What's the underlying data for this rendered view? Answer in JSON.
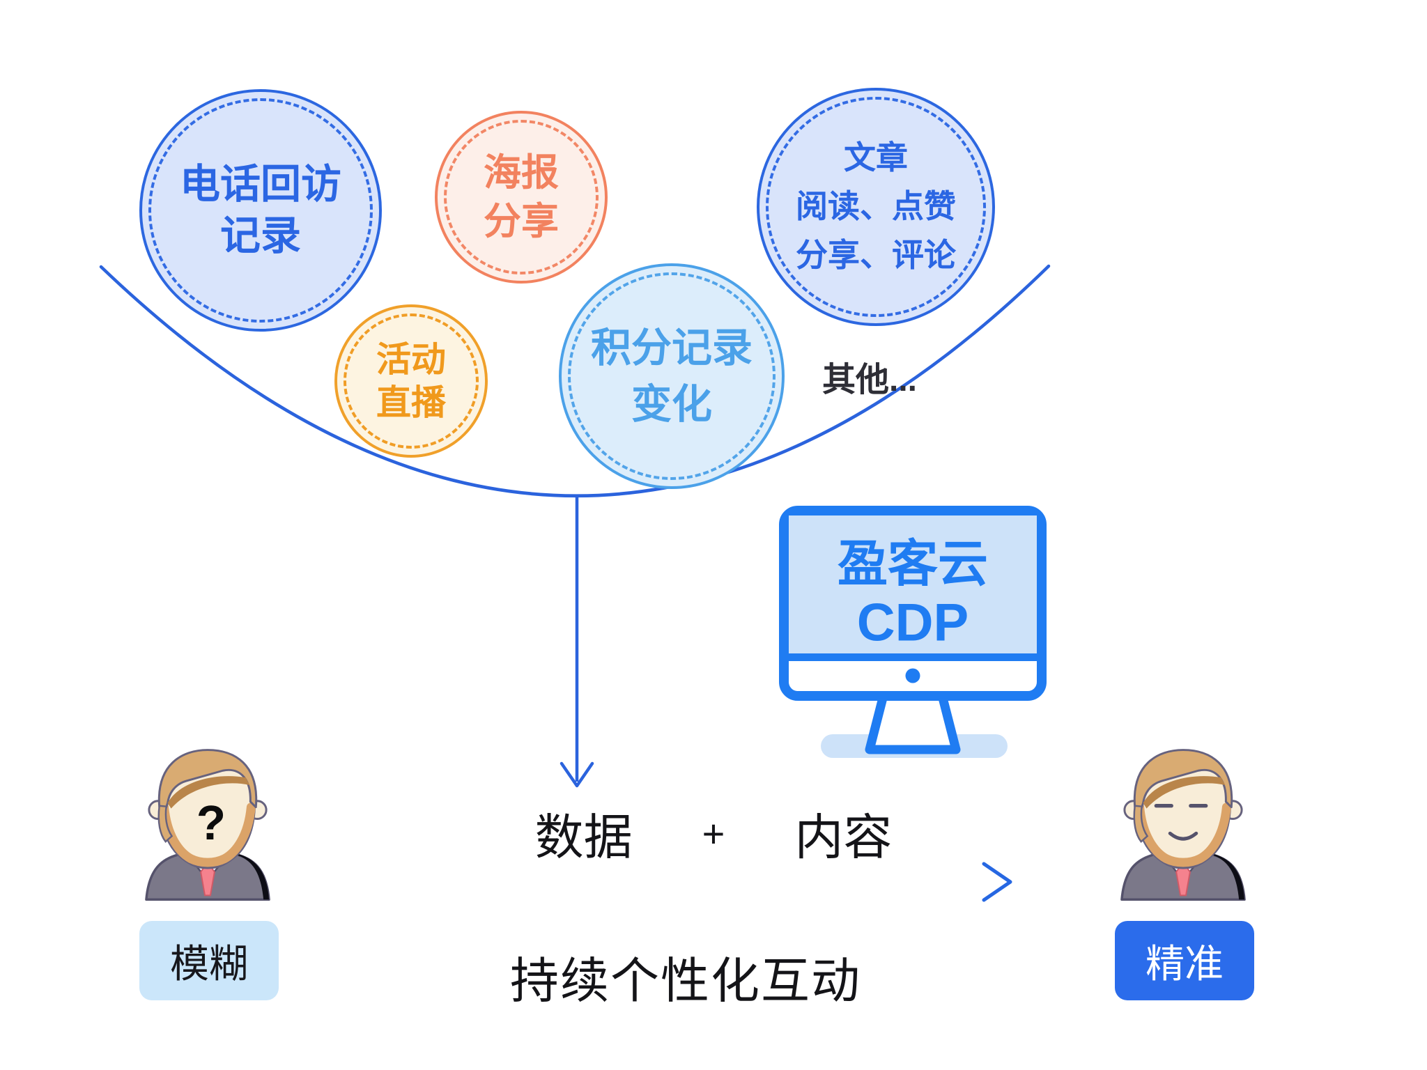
{
  "colors": {
    "primary_blue": "#2b66e3",
    "blue_fill": "#d9e4fb",
    "salmon": "#f2825f",
    "salmon_fill": "#fdefe9",
    "amber": "#f0991c",
    "amber_fill": "#fdf4e1",
    "sky_blue": "#4ba1e9",
    "sky_fill": "#dcedfb",
    "connector_blue": "#2b63dd",
    "monitor_blue": "#1f7cf2",
    "monitor_screen_fill": "#cde2f9",
    "fuzzy_badge_bg": "#cbe6fa",
    "precise_badge_bg": "#2b6ceb",
    "dark_text": "#141418"
  },
  "data_bubbles": [
    {
      "lines": [
        "电话回访",
        "记录"
      ]
    },
    {
      "lines": [
        "海报",
        "分享"
      ]
    },
    {
      "lines": [
        "文章",
        "阅读、点赞",
        "分享、评论"
      ]
    },
    {
      "lines": [
        "活动",
        "直播"
      ]
    },
    {
      "lines": [
        "积分记录",
        "变化"
      ]
    }
  ],
  "others_label": "其他...",
  "monitor": {
    "name_line": "盈客云",
    "product_line": "CDP"
  },
  "formula": {
    "left": "数据",
    "operator": "+",
    "right": "内容"
  },
  "process_label": "持续个性化互动",
  "left_person": {
    "face_mark": "?",
    "badge": "模糊"
  },
  "right_person": {
    "badge": "精准"
  }
}
